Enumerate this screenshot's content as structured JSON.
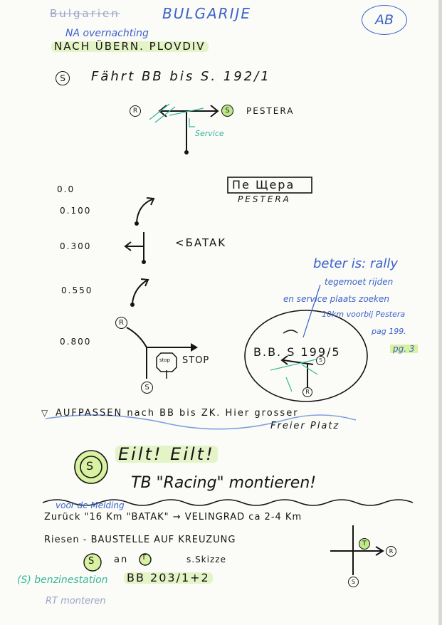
{
  "header": {
    "crossed_out": "Bulgarien",
    "country": "BULGARIJE",
    "overnight_note": "NA overnachting",
    "after_overnight": "NACH ÜBERN. PLOVDIV",
    "badge": "AB"
  },
  "section1": {
    "s_marker": "S",
    "instruction": "Fährt BB bis S. 192/1",
    "r_marker": "R",
    "s_end": "S",
    "destination": "PESTERA",
    "service_note": "Service"
  },
  "route_sign": {
    "cyrillic": "Пе Щера",
    "latin": "PESTERA"
  },
  "distances": [
    "0.0",
    "0.100",
    "0.300",
    "0.550",
    "0.800"
  ],
  "batak_sign": "<БATAK",
  "stop_label": "STOP",
  "stop_sign_text": "stop",
  "rally_note": {
    "lines": [
      "beter is: rally",
      "tegemoet rijden",
      "en service plaats zoeken",
      "10km voorbij Pestera",
      "pag 199."
    ],
    "page_ref": "pg. 3"
  },
  "inset": {
    "label": "B.B. S 199/5",
    "r_marker": "R",
    "s_marker": "S"
  },
  "warning": {
    "line1": "AUFPASSEN nach BB bis ZK. Hier grosser",
    "line2": "Freier Platz"
  },
  "urgent": {
    "s_marker": "S",
    "text": "Eilt! Eilt!"
  },
  "racing": "TB \"Racing\" montieren!",
  "route_back": {
    "above_note": "voor de Melding",
    "text": "Zurück \"16 Km \"BATAK\" → VELINGRAD ca 2-4 Km"
  },
  "construction": "Riesen - BAUSTELLE AUF KREUZUNG",
  "s_at_t": {
    "s_marker": "S",
    "middle": "an",
    "t_marker": "T",
    "note": "s.Skizze"
  },
  "sketch2": {
    "t_marker": "T",
    "r_marker": "R",
    "s_marker": "S"
  },
  "bottom": {
    "service_station": "(S) benzinestation",
    "bb_ref": "BB 203/1+2",
    "rt": "RT monteren"
  }
}
